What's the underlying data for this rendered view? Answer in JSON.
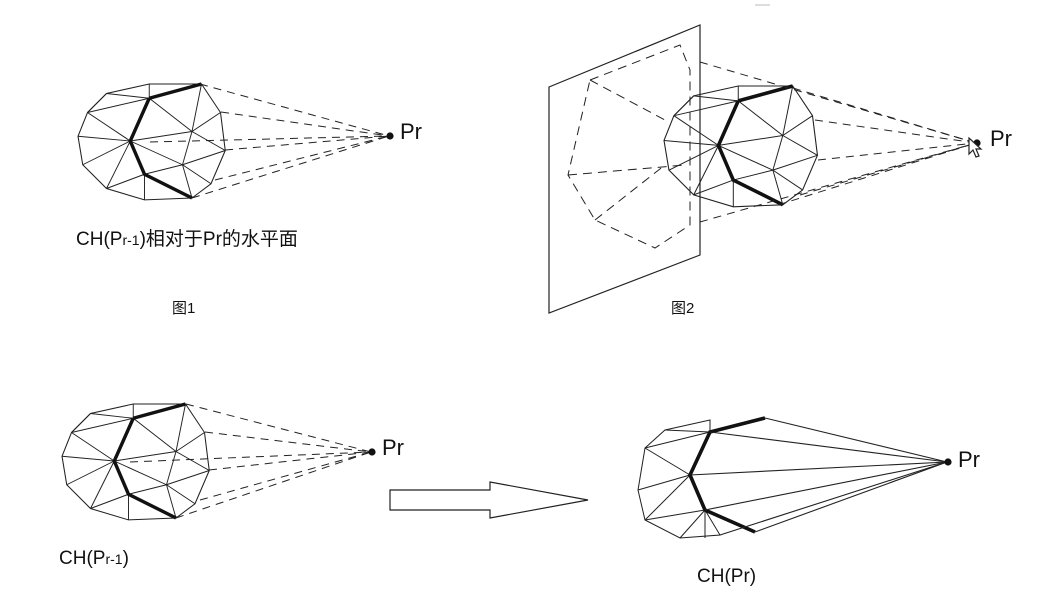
{
  "labels": {
    "pr_fig1": "Pr",
    "pr_fig2": "Pr",
    "pr_fig3": "Pr",
    "pr_fig4": "Pr",
    "caption_fig1_prefix": "CH(P",
    "caption_fig1_sub": "r-1",
    "caption_fig1_suffix": ")相对于Pr的水平面",
    "fig1_title": "图1",
    "fig2_title": "图2",
    "caption_fig3_prefix": "CH(P",
    "caption_fig3_sub": "r-1",
    "caption_fig3_suffix": ")",
    "caption_fig4": "CH(Pr)"
  },
  "colors": {
    "line": "#222222",
    "background": "#ffffff"
  },
  "icons": {
    "arrow": "right-arrow-outline",
    "cursor": "mouse-pointer-icon"
  }
}
